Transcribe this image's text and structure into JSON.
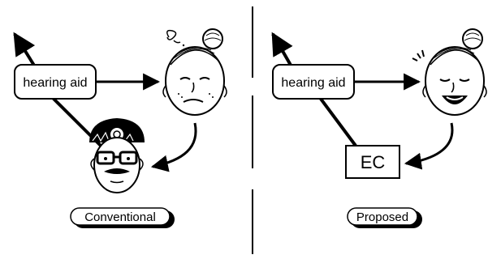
{
  "conventional": {
    "box_label": "hearing aid",
    "caption": "Conventional"
  },
  "proposed": {
    "box_label": "hearing aid",
    "controller_label": "EC",
    "caption": "Proposed"
  },
  "colors": {
    "ink": "#000000",
    "background": "#ffffff",
    "pill_shadow": "#000000"
  },
  "icons": {
    "user_face": "elderly-woman-face-icon",
    "clinician_face": "audiologist-face-icon"
  }
}
